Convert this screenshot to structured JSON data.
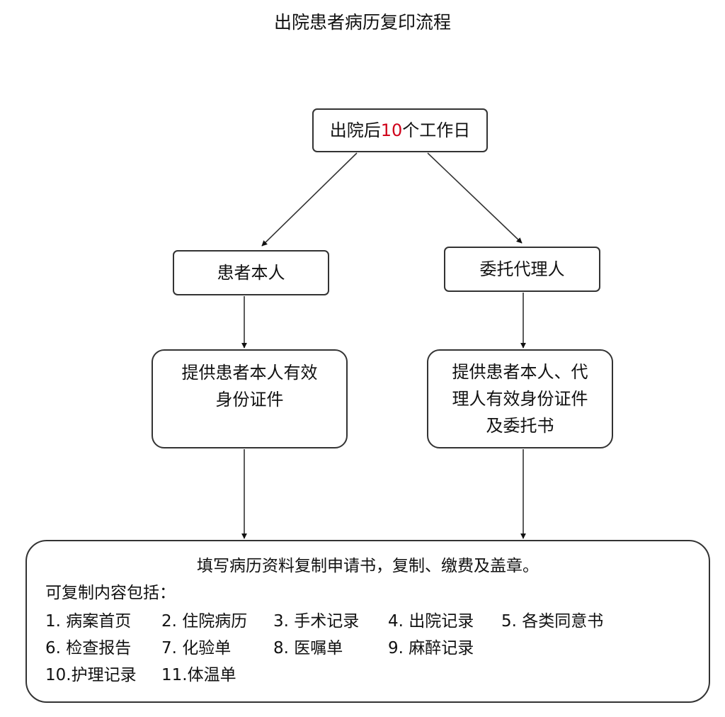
{
  "title": "出院患者病历复印流程",
  "start": {
    "prefix": "出院后",
    "highlight": "10",
    "suffix": "个工作日",
    "highlight_color": "#d0021b"
  },
  "branches": {
    "self": {
      "label": "患者本人",
      "doc_line1": "提供患者本人有效",
      "doc_line2": "身份证件"
    },
    "agent": {
      "label": "委托代理人",
      "doc_line1": "提供患者本人、代",
      "doc_line2": "理人有效身份证件",
      "doc_line3": "及委托书"
    }
  },
  "final": {
    "heading": "填写病历资料复制申请书，复制、缴费及盖章。",
    "subheading": "可复制内容包括：",
    "items": [
      "1.  病案首页",
      "2.  住院病历",
      "3.  手术记录",
      "4.  出院记录",
      "5.  各类同意书",
      "6.  检查报告",
      "7.  化验单",
      "8.  医嘱单",
      "9.  麻醉记录",
      "10.护理记录",
      "11.体温单"
    ]
  }
}
